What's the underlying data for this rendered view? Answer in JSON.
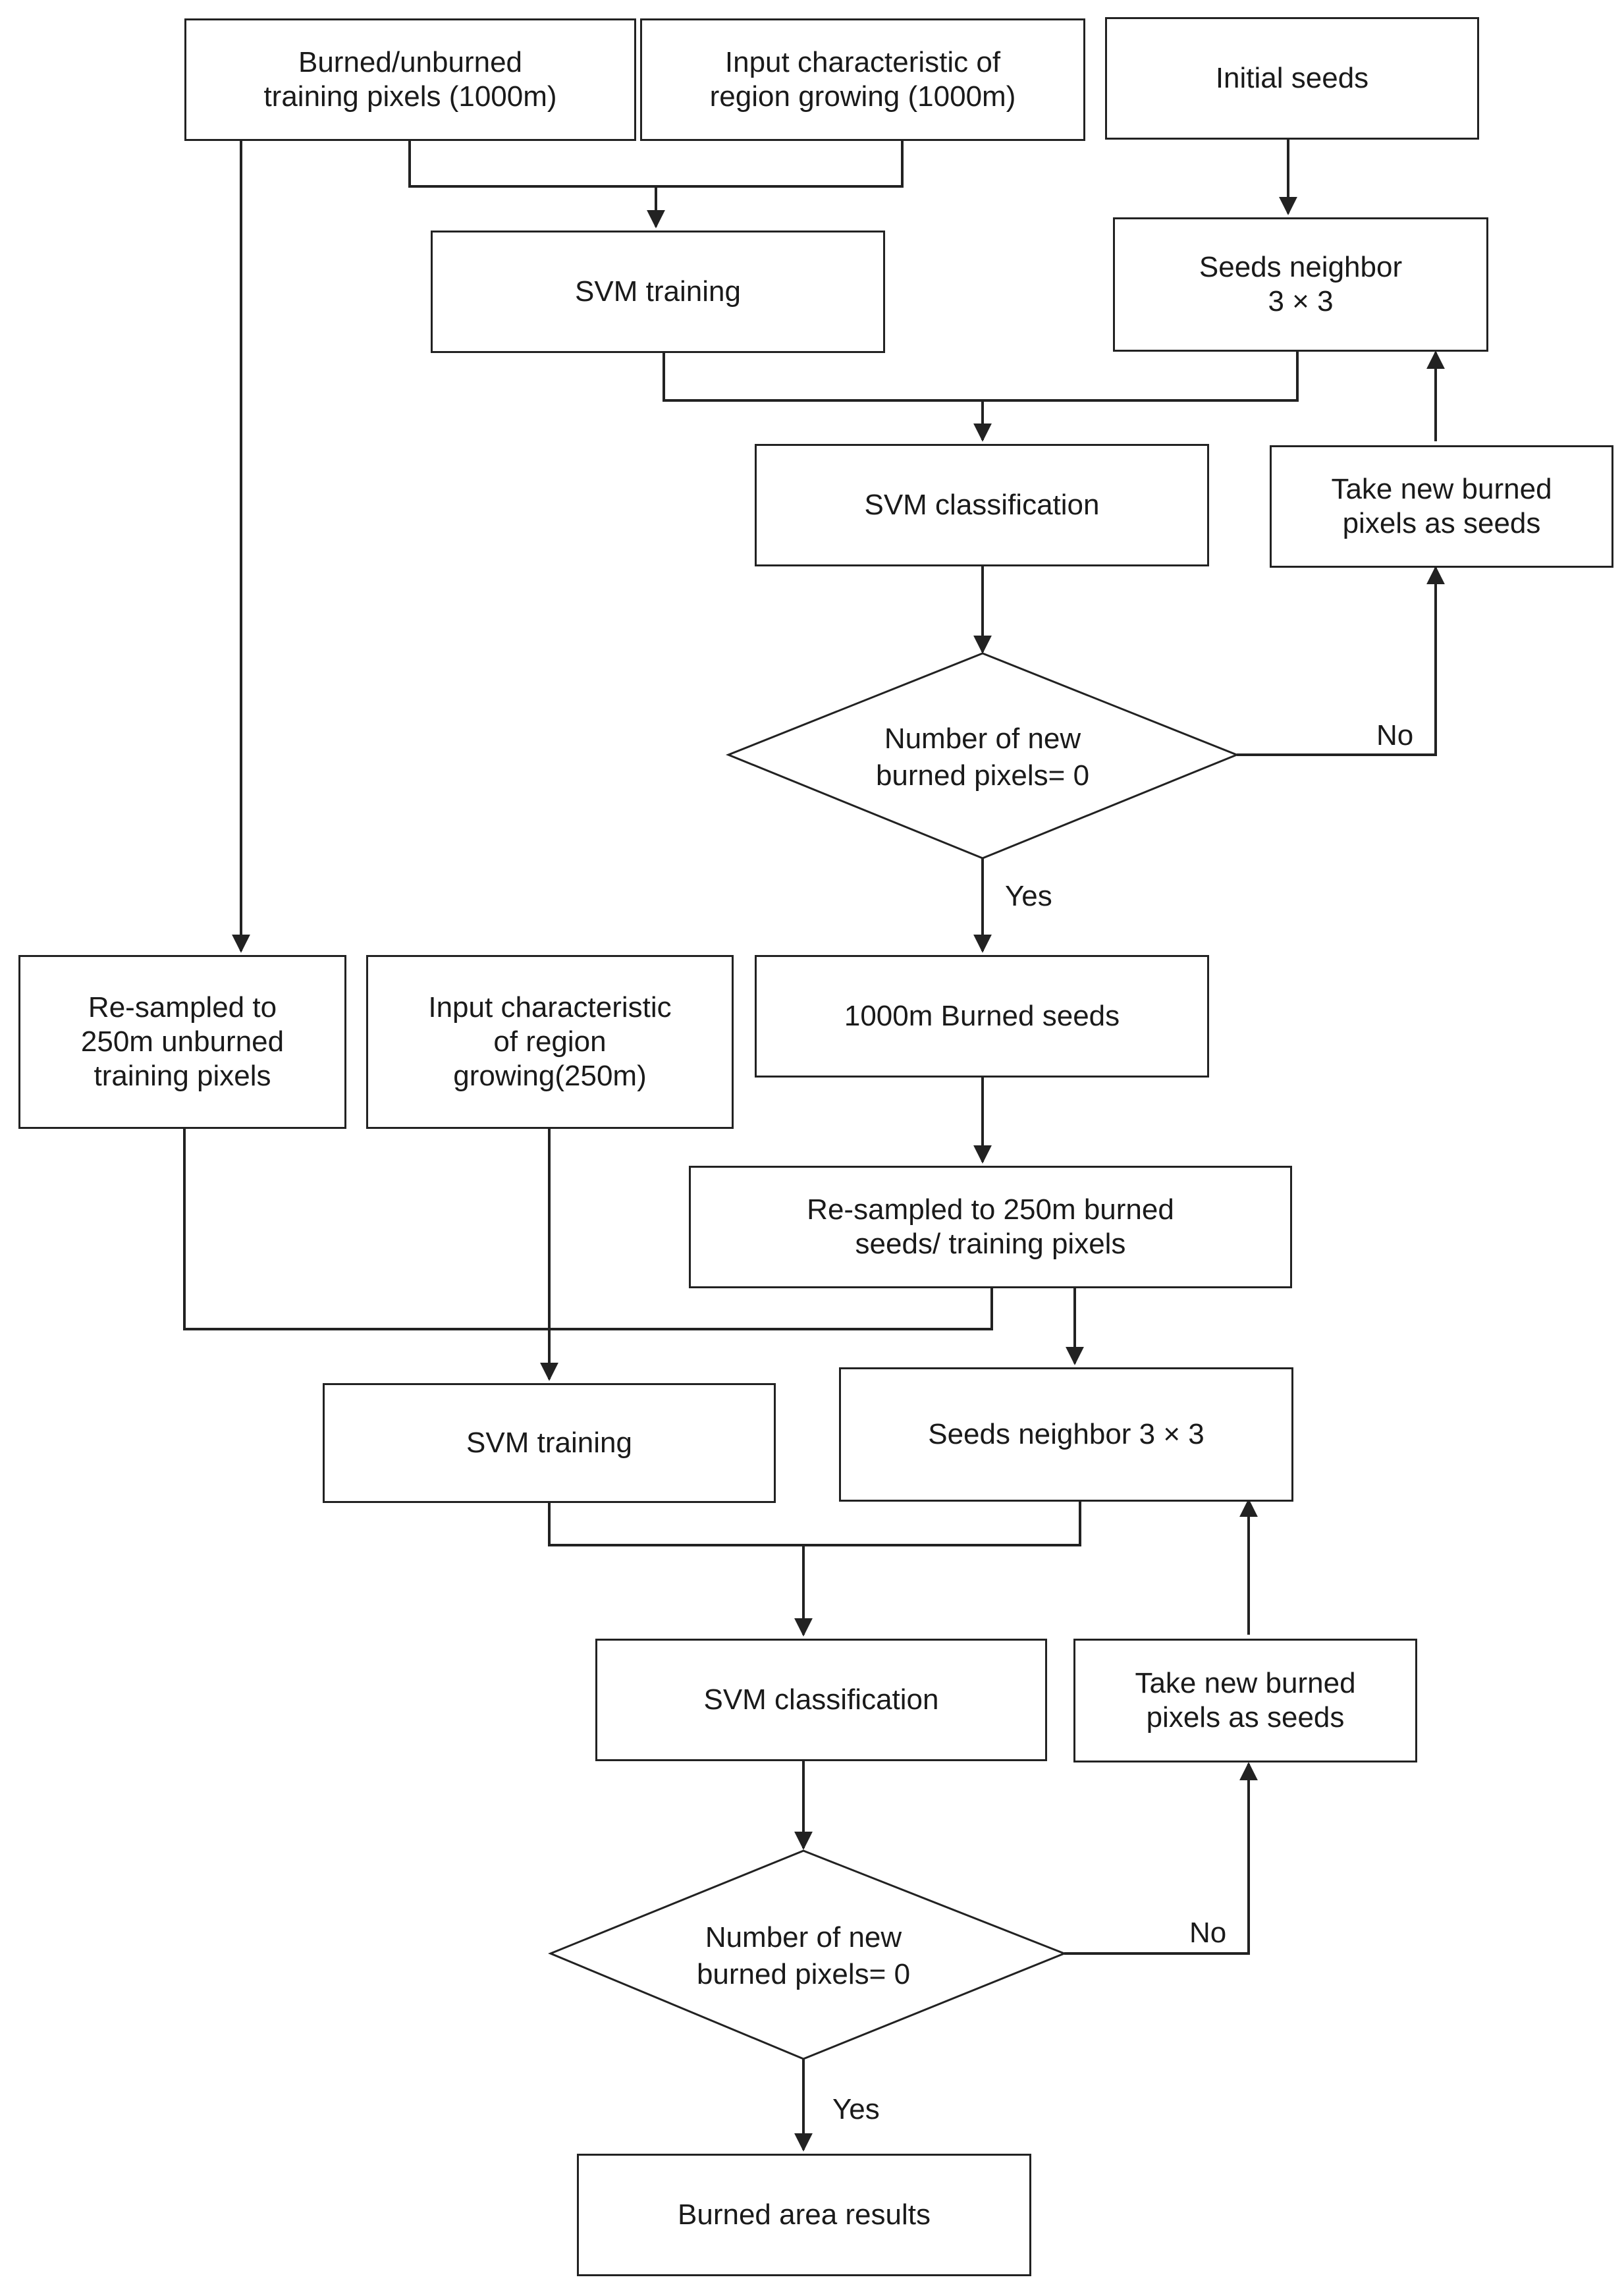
{
  "nodes": {
    "burned_training_1000": "Burned/unburned\ntraining pixels (1000m)",
    "input_char_1000": "Input characteristic of\nregion growing (1000m)",
    "initial_seeds": "Initial seeds",
    "svm_training_1": "SVM training",
    "seeds_neighbor_1": "Seeds neighbor\n3 × 3",
    "svm_classification_1": "SVM classification",
    "take_new_seeds_1": "Take new burned\npixels as seeds",
    "decision_1": "Number of new\nburned pixels= 0",
    "resampled_unburned_250": "Re-sampled to\n250m unburned\ntraining pixels",
    "input_char_250": "Input characteristic\nof region\ngrowing(250m)",
    "burned_seeds_1000": "1000m Burned seeds",
    "resampled_burned_250": "Re-sampled to 250m burned\nseeds/ training pixels",
    "svm_training_2": "SVM training",
    "seeds_neighbor_2": "Seeds neighbor  3 × 3",
    "svm_classification_2": "SVM classification",
    "take_new_seeds_2": "Take new burned\npixels as seeds",
    "decision_2": "Number of new\nburned pixels= 0",
    "burned_area_results": "Burned area results"
  },
  "edge_labels": {
    "no_1": "No",
    "yes_1": "Yes",
    "no_2": "No",
    "yes_2": "Yes"
  }
}
